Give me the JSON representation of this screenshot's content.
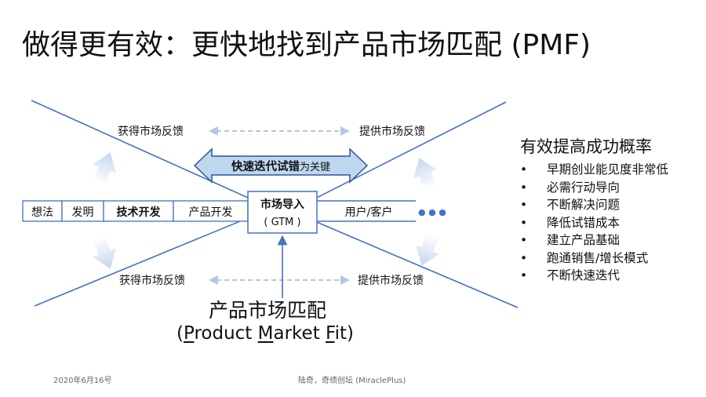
{
  "slide": {
    "title": "做得更有效：更快地找到产品市场匹配 (PMF)",
    "footer": {
      "date": "2020年6月16号",
      "author": "陆奇，奇绩创坛 (MiraclePlus)"
    }
  },
  "diagram": {
    "stages": [
      "想法",
      "发明",
      "技术开发",
      "产品开发"
    ],
    "gtm": {
      "label": "市场导入",
      "sublabel": "( GTM )"
    },
    "users_label": "用户/客户",
    "more_glyph": "● ● ●",
    "feedback_top_left": "获得市场反馈",
    "feedback_top_right": "提供市场反馈",
    "feedback_bottom_left": "获得市场反馈",
    "feedback_bottom_right": "提供市场反馈",
    "iteration_arrow": {
      "main": "快速迭代试错",
      "suffix": "为关键"
    },
    "pmf": {
      "title": "产品市场匹配",
      "subtitle_parts": [
        "(",
        "P",
        "roduct ",
        "M",
        "arket ",
        "F",
        "it)"
      ]
    },
    "colors": {
      "line": "#4472c4",
      "arrow_fill": "#bdd7ee",
      "arrow_stroke": "#2f5597",
      "soft_arrow": "#c5d6ee"
    }
  },
  "benefits": {
    "heading": "有效提高成功概率",
    "items": [
      "早期创业能见度非常低",
      "必需行动导向",
      "不断解决问题",
      "降低试错成本",
      "建立产品基础",
      "跑通销售/增长模式",
      "不断快速迭代"
    ]
  }
}
